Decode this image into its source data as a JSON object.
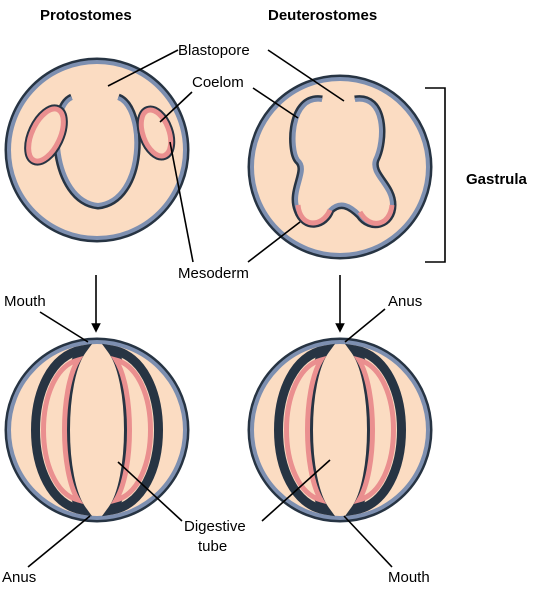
{
  "headers": {
    "protostomes": "Protostomes",
    "deuterostomes": "Deuterostomes"
  },
  "labels": {
    "blastopore": "Blastopore",
    "coelom": "Coelom",
    "mesoderm": "Mesoderm",
    "gastrula": "Gastrula",
    "mouth_top_left": "Mouth",
    "anus_top_right": "Anus",
    "digestive_line1": "Digestive",
    "digestive_line2": "tube",
    "anus_bottom_left": "Anus",
    "mouth_bottom_right": "Mouth"
  },
  "colors": {
    "tissue_fill": "#fbdcc2",
    "ectoderm": "#7d8fb0",
    "mesoderm": "#ea8f8f",
    "outline": "#273443"
  }
}
